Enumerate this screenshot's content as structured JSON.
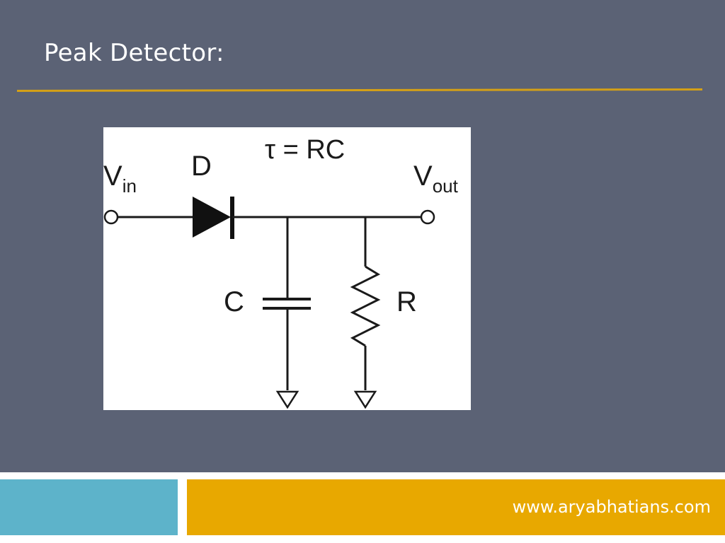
{
  "slide": {
    "title": "Peak Detector:",
    "footer_url": "www.aryabhatians.com"
  },
  "circuit": {
    "input_label": "V",
    "input_subscript": "in",
    "output_label": "V",
    "output_subscript": "out",
    "diode_label": "D",
    "capacitor_label": "C",
    "resistor_label": "R",
    "equation": "τ = RC"
  },
  "colors": {
    "background": "#5b6275",
    "accent_rule": "#d4a017",
    "footer_blue": "#5db3ca",
    "footer_gold": "#e8a800"
  }
}
